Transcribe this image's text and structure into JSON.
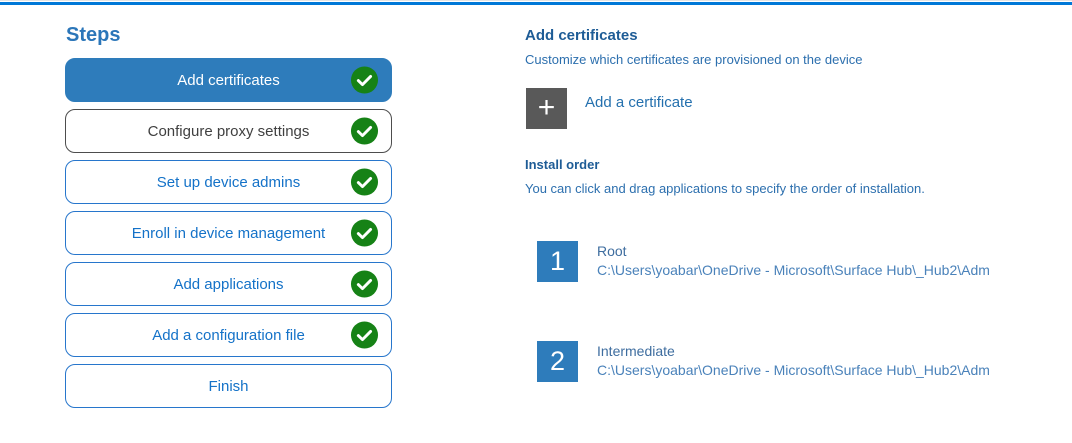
{
  "colors": {
    "top_bar": "#0078d7",
    "active_step_bg": "#2e7cbb",
    "step_text_blue": "#1472c8",
    "check_green": "#168216",
    "heading_blue": "#1e5c96",
    "body_blue": "#2c6fae",
    "add_square_gray": "#595959"
  },
  "sidebar": {
    "title": "Steps",
    "steps": [
      {
        "label": "Add certificates",
        "state": "active",
        "checked": true
      },
      {
        "label": "Configure proxy settings",
        "state": "dark",
        "checked": true
      },
      {
        "label": "Set up device admins",
        "state": "normal",
        "checked": true
      },
      {
        "label": "Enroll in device management",
        "state": "normal",
        "checked": true
      },
      {
        "label": "Add applications",
        "state": "normal",
        "checked": true
      },
      {
        "label": "Add a configuration file",
        "state": "normal",
        "checked": true
      },
      {
        "label": "Finish",
        "state": "normal",
        "checked": false
      }
    ]
  },
  "content": {
    "title": "Add certificates",
    "subtitle": "Customize which certificates are provisioned on the device",
    "add_button_glyph": "+",
    "add_button_label": "Add a certificate",
    "install_order": {
      "title": "Install order",
      "description": "You can click and drag applications to specify the order of installation.",
      "items": [
        {
          "number": "1",
          "name": "Root",
          "path": "C:\\Users\\yoabar\\OneDrive - Microsoft\\Surface Hub\\_Hub2\\Adm"
        },
        {
          "number": "2",
          "name": "Intermediate",
          "path": "C:\\Users\\yoabar\\OneDrive - Microsoft\\Surface Hub\\_Hub2\\Adm"
        }
      ]
    }
  }
}
